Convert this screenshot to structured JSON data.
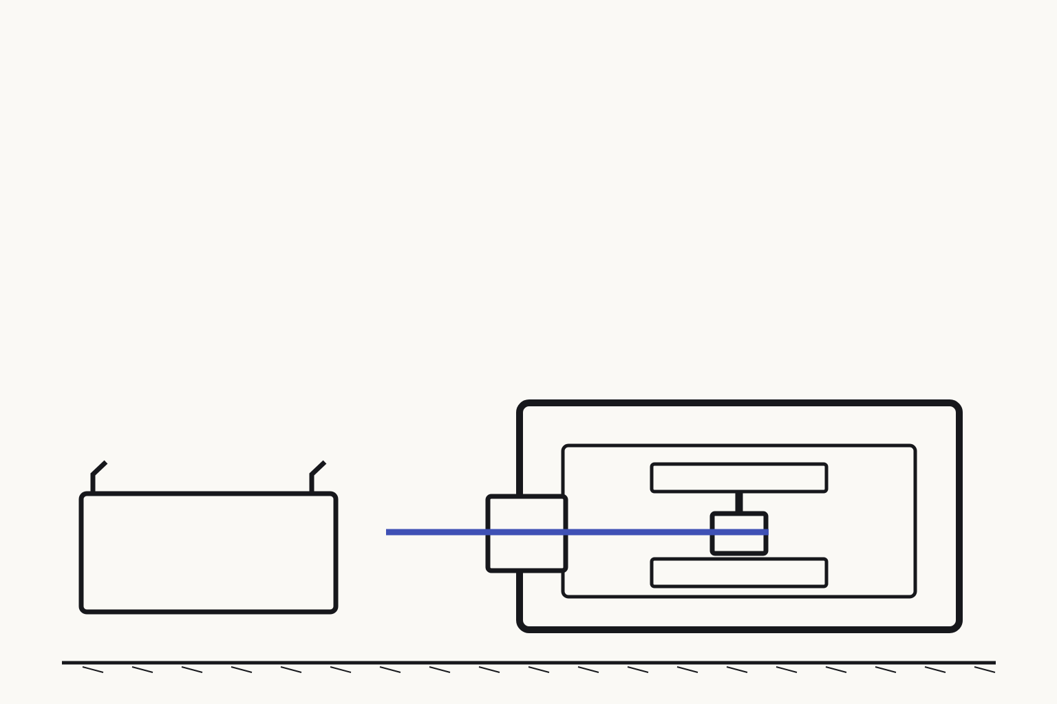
{
  "diagram": {
    "background": "#FAF9F5",
    "stroke_color": "#17181C",
    "beam_color": "#3F51B5",
    "ground_hatch_count": 19,
    "components": [
      {
        "name": "battery",
        "label": ""
      },
      {
        "name": "outer-housing",
        "label": ""
      },
      {
        "name": "inner-housing",
        "label": ""
      },
      {
        "name": "side-coupler",
        "label": ""
      },
      {
        "name": "upper-plate",
        "label": ""
      },
      {
        "name": "lower-plate",
        "label": ""
      },
      {
        "name": "center-block",
        "label": ""
      },
      {
        "name": "beam-line",
        "label": ""
      },
      {
        "name": "ground-line",
        "label": ""
      }
    ]
  }
}
